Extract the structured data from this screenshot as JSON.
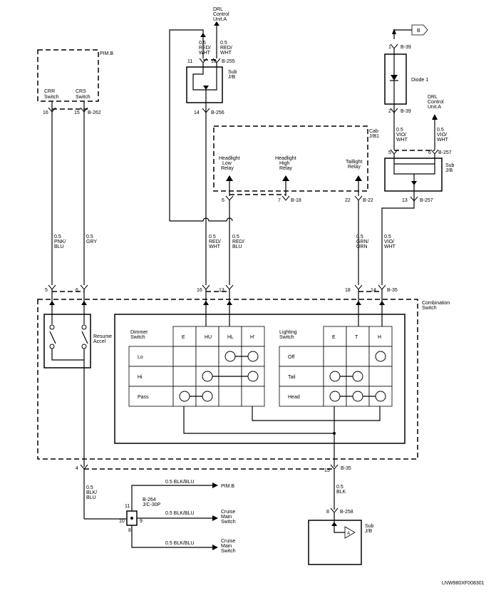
{
  "title": "",
  "footer_code": "LNW980XF008301",
  "pim": {
    "label": "PIM.B",
    "crr_switch": "CRR\nSwitch",
    "crs_switch": "CRS\nSwitch"
  },
  "drl_top": "DRL\nControl\nUnit.A",
  "drl_right": "DRL\nControl\nUnit.A",
  "b_circle": "B",
  "diode_label": "Diode 1",
  "sub_jb": "Sub\nJ/B",
  "cab_jb": "Cab\nJ/B1",
  "relays": {
    "low": "Headlight\nLow\nRelay",
    "high": "Headlight\nHigh\nRelay",
    "tail": "Taillight\nRelay"
  },
  "combination_switch": "Combination\nSwitch",
  "resume_accel": "Resume\nAccel",
  "dimmer": {
    "title": "Dimmer\nSwitch",
    "columns": [
      "E",
      "HU",
      "HL",
      "H'"
    ],
    "rows": [
      "Lo",
      "Hi",
      "Pass"
    ]
  },
  "lighting": {
    "title": "Lighting\nSwitch",
    "columns": [
      "E",
      "T",
      "H"
    ],
    "rows": [
      "Off",
      "Tail",
      "Head"
    ]
  },
  "connectors": {
    "b39_top": "B-39",
    "b39_bottom": "B-39",
    "b255": "B-255",
    "b256": "B-256",
    "b257_top": "B-257",
    "b257_bottom": "B-257",
    "b262": "B-262",
    "b18": "B-18",
    "b22": "B-22",
    "b35_top": "B-35",
    "b35_bottom": "B-35",
    "b258": "B-258",
    "jc": "B-264\nJ/C-30P"
  },
  "pins": {
    "p1": "1",
    "p2": "2",
    "p5": "5",
    "p6": "6",
    "p11": "11",
    "p10": "10",
    "p14": "14",
    "p16a": "16",
    "p15a": "15",
    "p13a": "13",
    "p6b": "6",
    "p7": "7",
    "p22": "22",
    "p5b": "5",
    "p6c": "6",
    "p16b": "16",
    "p13b": "13",
    "p18": "18",
    "p14b": "14",
    "p4": "4",
    "p15b": "15",
    "p8": "8",
    "p11b": "11",
    "p10b": "10",
    "p9": "9",
    "p8b": "8"
  },
  "wires": {
    "red_wht_a": "0.5\nRED/\nWHT",
    "red_wht_b": "0.5\nRED/\nWHT",
    "pnk_blu": "0.5\nPNK/\nBLU",
    "gry": "0.5\nGRY",
    "red_wht_c": "0.5\nRED/\nWHT",
    "red_blu": "0.5\nRED/\nBLU",
    "grn_orn": "0.5\nGRN/\nORN",
    "vio_wht_a": "0.5\nVIO/\nWHT",
    "vio_wht_b": "0.5\nVIO/\nWHT",
    "vio_wht_c": "0.5\nVIO/\nWHT",
    "blk_blu_main": "0.5\nBLK/\nBLU",
    "blk": "0.5\nBLK",
    "blk_blu_1": "0.5 BLK/BLU",
    "blk_blu_2": "0.5 BLK/BLU",
    "blk_blu_3": "0.5 BLK/BLU"
  },
  "destinations": {
    "pim_b": "PIM.B",
    "cruise_1": "Cruise\nMain\nSwitch",
    "cruise_2": "Cruise\nMain\nSwitch"
  },
  "ground_symbol": "A"
}
